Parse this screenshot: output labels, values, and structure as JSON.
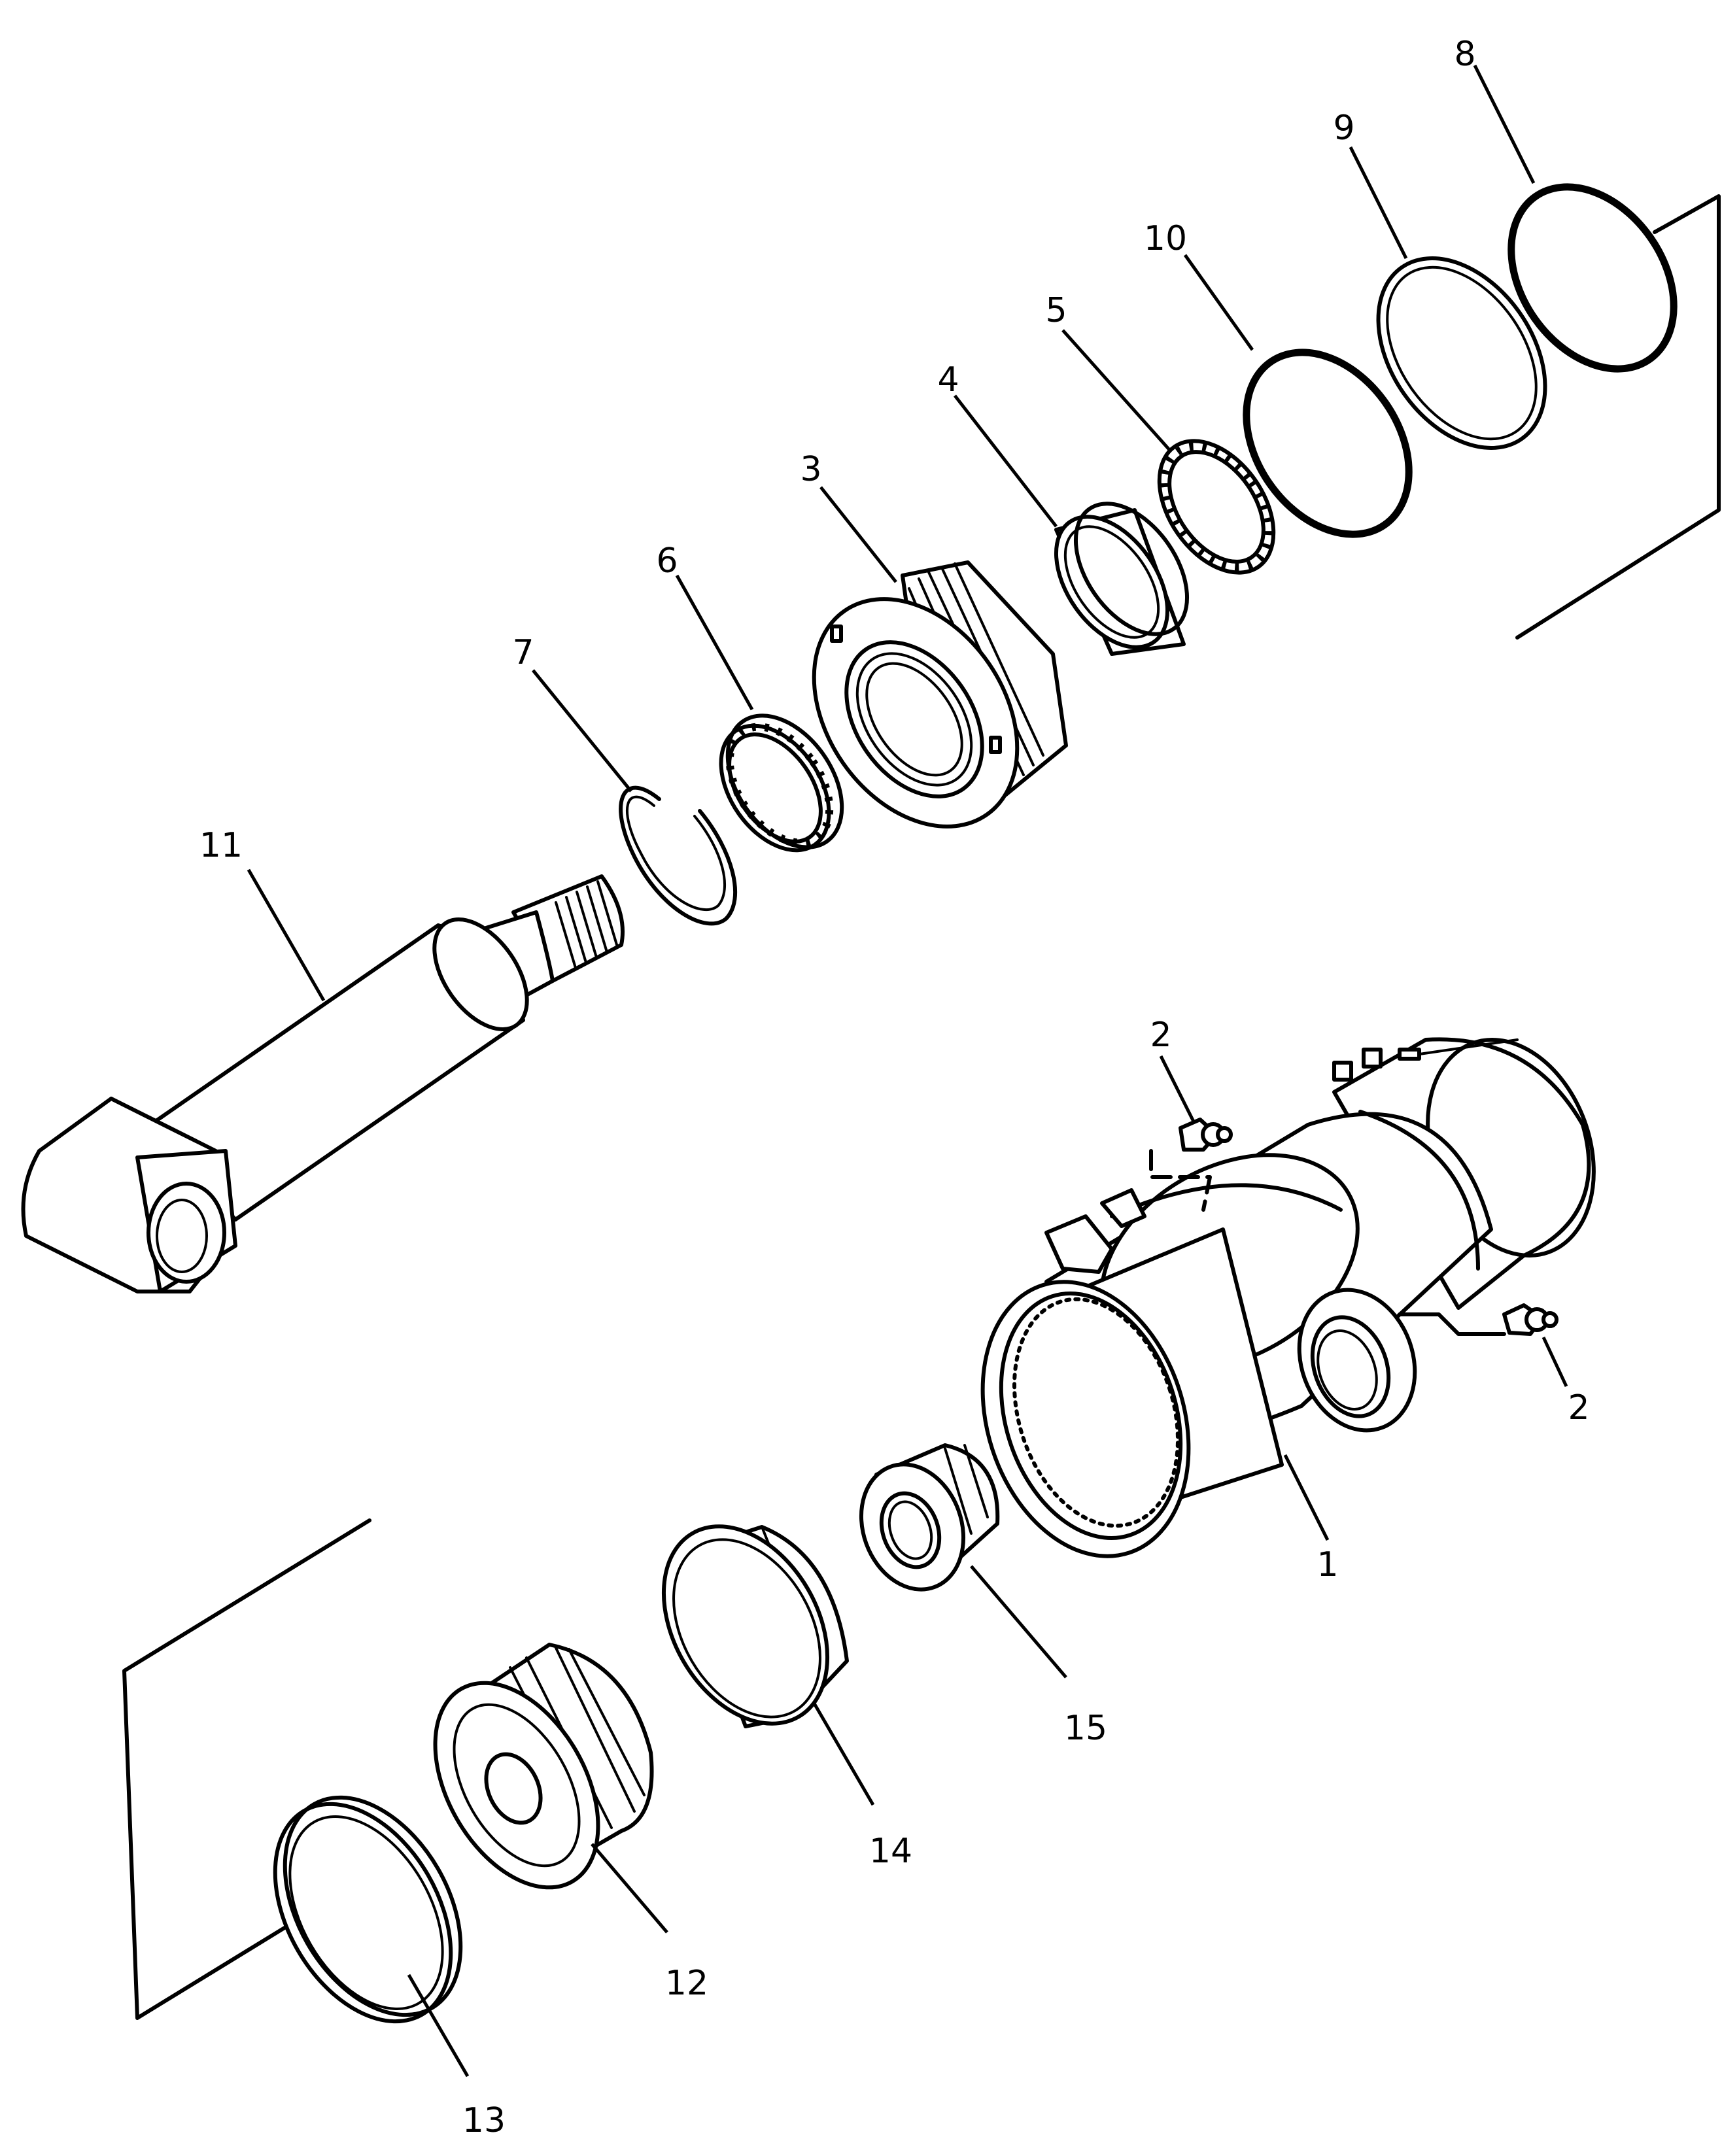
{
  "callouts": {
    "c1": "1",
    "c2a": "2",
    "c2b": "2",
    "c3": "3",
    "c4": "4",
    "c5": "5",
    "c6": "6",
    "c7": "7",
    "c8": "8",
    "c9": "9",
    "c10": "10",
    "c11": "11",
    "c12": "12",
    "c13": "13",
    "c14": "14",
    "c15": "15"
  }
}
